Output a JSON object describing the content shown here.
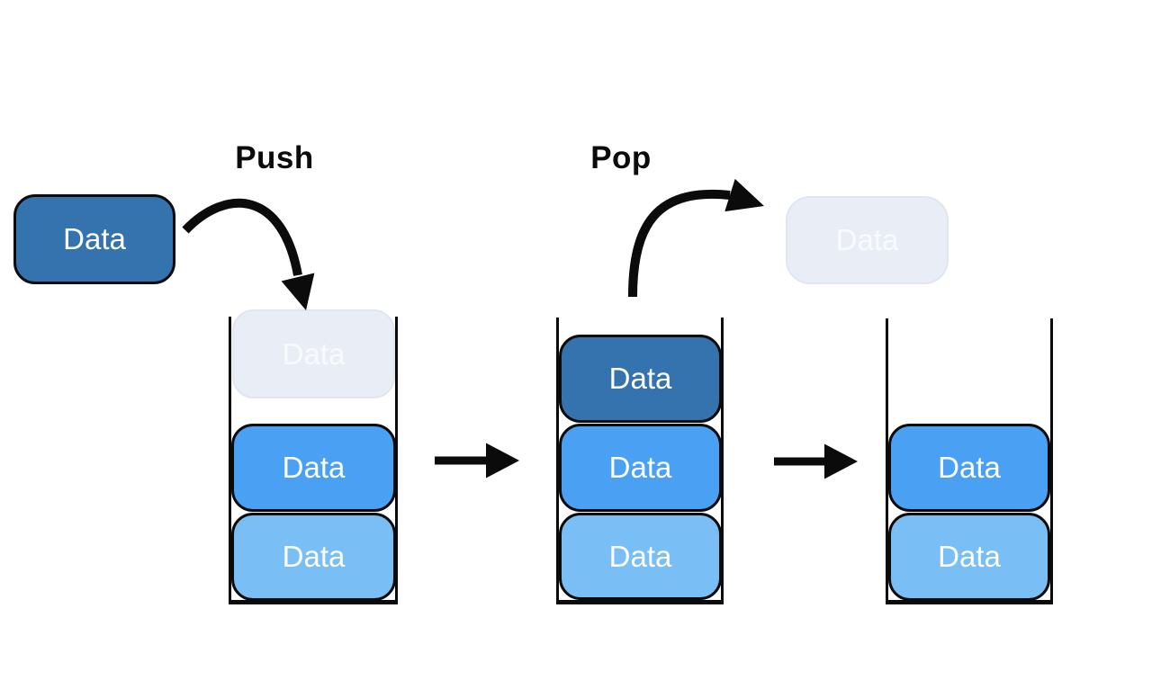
{
  "diagram_type": "stack-push-pop",
  "operations": {
    "push_label": "Push",
    "pop_label": "Pop"
  },
  "incoming_item": {
    "label": "Data",
    "variant": "dark"
  },
  "popped_item": {
    "label": "Data",
    "variant": "ghost"
  },
  "stacks": [
    {
      "name": "stack-push-in-progress",
      "items": [
        {
          "label": "Data",
          "variant": "ghost"
        },
        {
          "label": "Data",
          "variant": "medium"
        },
        {
          "label": "Data",
          "variant": "light"
        }
      ]
    },
    {
      "name": "stack-before-pop",
      "items": [
        {
          "label": "Data",
          "variant": "dark"
        },
        {
          "label": "Data",
          "variant": "medium"
        },
        {
          "label": "Data",
          "variant": "light"
        }
      ]
    },
    {
      "name": "stack-after-pop",
      "items": [
        {
          "label": "Data",
          "variant": "medium"
        },
        {
          "label": "Data",
          "variant": "light"
        }
      ]
    }
  ],
  "icons": {
    "push_arrow": "curved-arrow-down",
    "pop_arrow": "curved-arrow-up-right",
    "transition_arrow_1": "right-arrow",
    "transition_arrow_2": "right-arrow"
  },
  "colors": {
    "box_dark": "#3473AD",
    "box_medium": "#4AA1F4",
    "box_light": "#79BEF5",
    "box_ghost": "#E9EEF6",
    "box_text": "#FFFFFF",
    "box_ghost_text": "#F8FAFD",
    "outline": "#0B0B0B",
    "background": "#FFFFFF"
  }
}
